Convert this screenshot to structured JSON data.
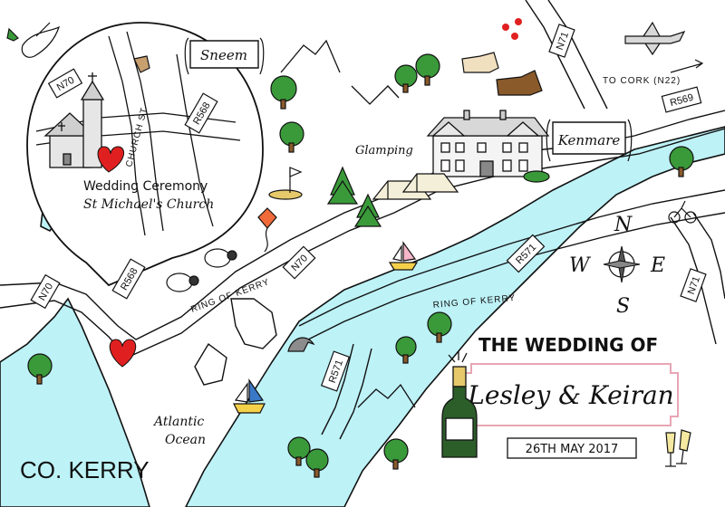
{
  "region_label": "CO. KERRY",
  "places": {
    "sneem": "Sneem",
    "kenmare": "Kenmare",
    "glamping": "Glamping",
    "atlantic_ocean_line1": "Atlantic",
    "atlantic_ocean_line2": "Ocean",
    "church_st": "CHURCH ST"
  },
  "ceremony": {
    "title": "Wedding Ceremony",
    "subtitle": "St Michael's Church"
  },
  "roads": {
    "n70_a": "N70",
    "r568_a": "R568",
    "n70_b": "N70",
    "r568_b": "R568",
    "n70_c": "N70",
    "n71_a": "N71",
    "n71_b": "N71",
    "r569": "R569",
    "r571_a": "R571",
    "r571_b": "R571",
    "ring_of_kerry_1": "RING OF KERRY",
    "ring_of_kerry_2": "RING OF KERRY",
    "to_cork": "TO CORK (N22)"
  },
  "compass": {
    "n": "N",
    "e": "E",
    "s": "S",
    "w": "W"
  },
  "wedding": {
    "heading": "THE WEDDING OF",
    "names": "Lesley & Keiran",
    "date": "26TH MAY 2017"
  },
  "colors": {
    "water": "#bdf2f7",
    "tree": "#3a9a3a",
    "heart": "#e02020",
    "plaque_border": "#e8a6b4",
    "bottle": "#2c5e2a"
  },
  "icons": [
    "dove-icon",
    "bird-icon",
    "horse-icon",
    "airplane-icon",
    "bicycle-icon",
    "kite-icon",
    "golf-flag-icon",
    "sheep-icon",
    "sailboat-icon",
    "dolphin-icon",
    "champagne-bottle-icon",
    "champagne-glasses-icon",
    "compass-rose-icon",
    "heart-icon",
    "tree-icon",
    "mountain-icon"
  ]
}
